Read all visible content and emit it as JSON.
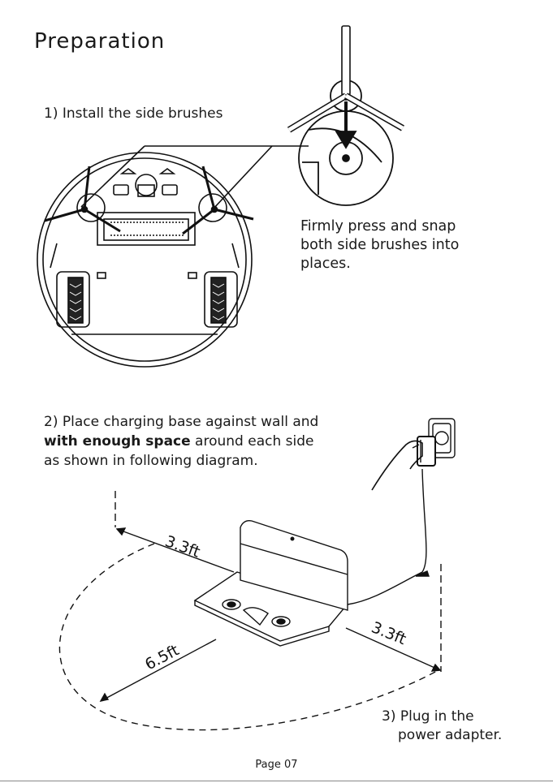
{
  "title": "Preparation",
  "step1": {
    "label": "1) Install the side brushes"
  },
  "note": {
    "lines": [
      "Firmly press and snap",
      "both side brushes into",
      "places."
    ]
  },
  "step2": {
    "line1": "2) Place charging base against wall and",
    "line2_bold": "with enough space",
    "line2_rest": " around each side",
    "line3": "as shown in following diagram."
  },
  "dimensions": {
    "back": "3.3ft",
    "side": "3.3ft",
    "front": "6.5ft"
  },
  "step3": {
    "line1": "3) Plug in the",
    "line2": "power adapter."
  },
  "footer": {
    "page": "Page 07"
  }
}
